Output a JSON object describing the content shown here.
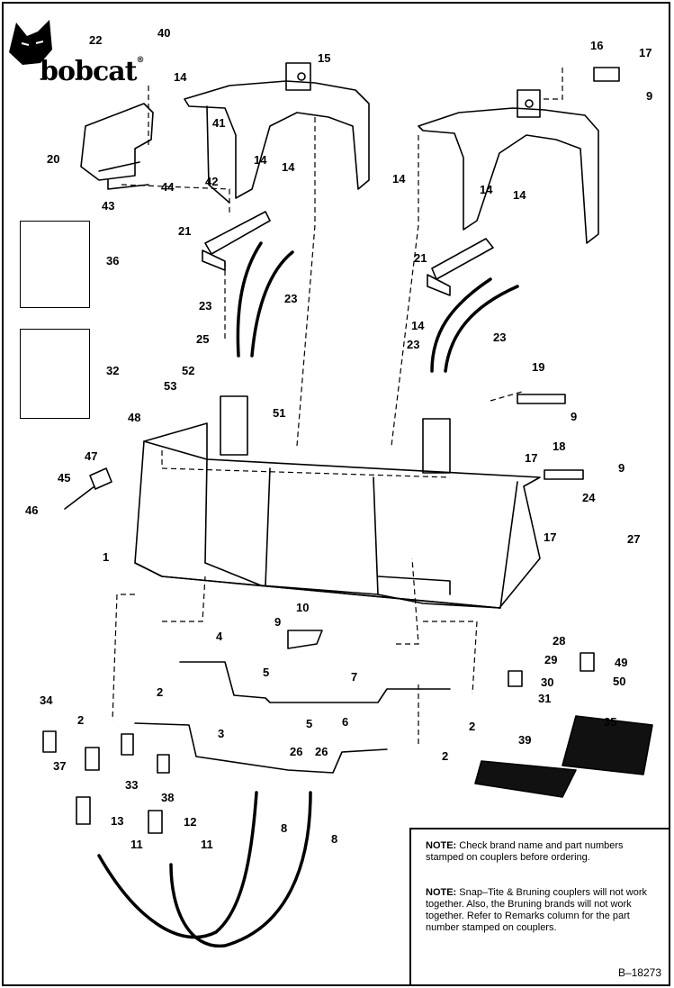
{
  "brand": {
    "logo_text": "bobcat",
    "trademark": "®",
    "icon": "bobcat-head-icon"
  },
  "figure_id": "B–18273",
  "notes": [
    {
      "label": "NOTE:",
      "text": "Check brand name and part numbers stamped on couplers before ordering."
    },
    {
      "label": "NOTE:",
      "text": "Snap–Tite & Bruning couplers will not work together.  Also, the Bruning brands will not work together.  Refer to Remarks column for the part number stamped on couplers."
    }
  ],
  "callouts": [
    "1",
    "2",
    "2",
    "2",
    "2",
    "2",
    "3",
    "4",
    "5",
    "5",
    "6",
    "7",
    "8",
    "8",
    "9",
    "9",
    "9",
    "9",
    "10",
    "11",
    "11",
    "12",
    "13",
    "14",
    "14",
    "14",
    "14",
    "14",
    "14",
    "14",
    "14",
    "15",
    "16",
    "17",
    "17",
    "17",
    "18",
    "19",
    "20",
    "21",
    "21",
    "22",
    "23",
    "23",
    "23",
    "23",
    "24",
    "25",
    "26",
    "26",
    "27",
    "28",
    "29",
    "30",
    "31",
    "32",
    "33",
    "34",
    "35",
    "36",
    "37",
    "38",
    "39",
    "40",
    "41",
    "42",
    "43",
    "44",
    "45",
    "46",
    "47",
    "48",
    "49",
    "50",
    "51",
    "52",
    "53"
  ],
  "colors": {
    "ink": "#000000",
    "paper": "#ffffff"
  }
}
